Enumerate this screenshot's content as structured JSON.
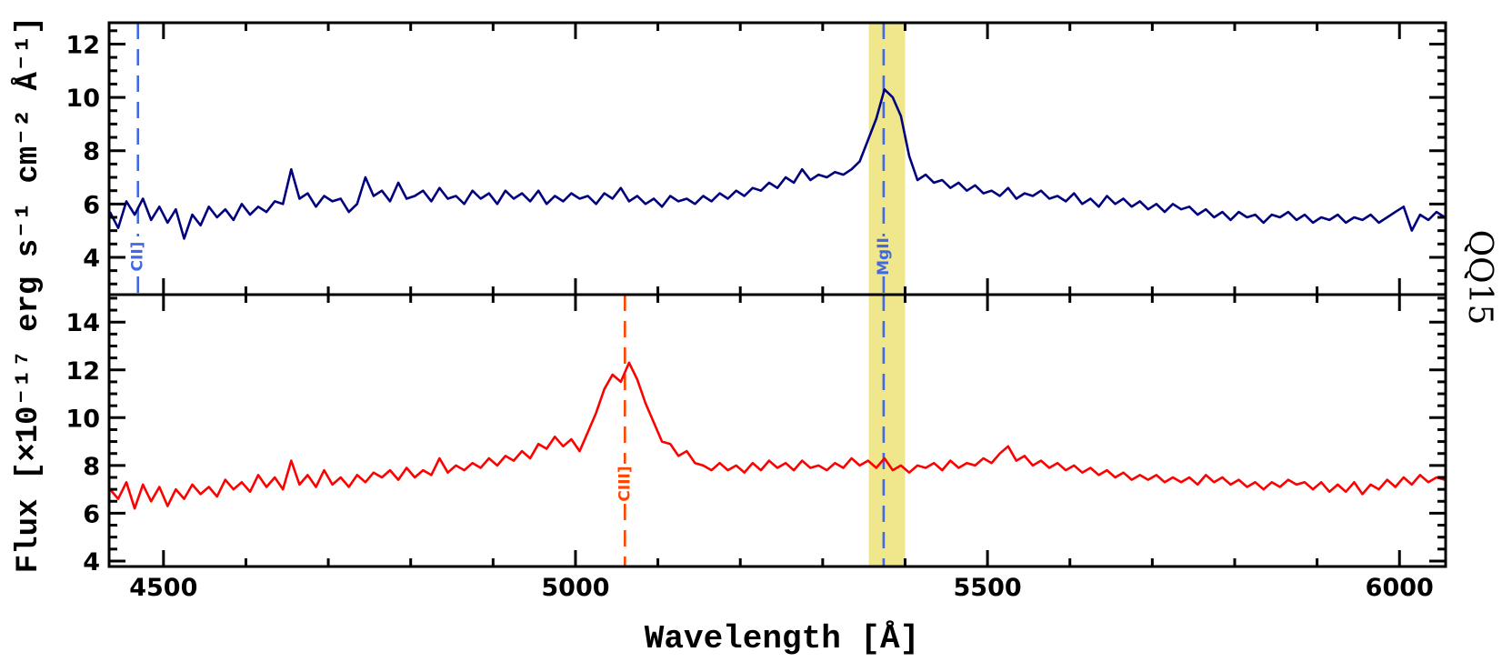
{
  "chart_data": {
    "type": "line",
    "xlabel": "Wavelength [Å]",
    "ylabel": "Flux [×10⁻¹⁷ erg s⁻¹ cm⁻² Å⁻¹]",
    "side_label": "QQ15",
    "xlim": [
      4434,
      6056
    ],
    "x_ticks": [
      4500,
      5000,
      5500,
      6000
    ],
    "x_tick_labels": [
      "4500",
      "5000",
      "5500",
      "6000"
    ],
    "grid": false,
    "highlight_band": {
      "x": [
        5356,
        5400
      ],
      "color": "#f0e68c"
    },
    "panels": [
      {
        "ylim": [
          2.6,
          12.8
        ],
        "y_ticks": [
          4,
          6,
          8,
          10,
          12
        ],
        "y_tick_labels": [
          "4",
          "6",
          "8",
          "10",
          "12"
        ],
        "color": "#00007f",
        "lines": [
          {
            "label": "CII]",
            "x": 4469,
            "color": "#4169e1"
          },
          {
            "label": "MgII",
            "x": 5374,
            "color": "#4169e1"
          }
        ],
        "wavelength": [
          4435,
          4445,
          4455,
          4465,
          4475,
          4485,
          4495,
          4505,
          4515,
          4525,
          4535,
          4545,
          4555,
          4565,
          4575,
          4585,
          4595,
          4605,
          4615,
          4625,
          4635,
          4645,
          4655,
          4665,
          4675,
          4685,
          4695,
          4705,
          4715,
          4725,
          4735,
          4745,
          4755,
          4765,
          4775,
          4785,
          4795,
          4805,
          4815,
          4825,
          4835,
          4845,
          4855,
          4865,
          4875,
          4885,
          4895,
          4905,
          4915,
          4925,
          4935,
          4945,
          4955,
          4965,
          4975,
          4985,
          4995,
          5005,
          5015,
          5025,
          5035,
          5045,
          5055,
          5065,
          5075,
          5085,
          5095,
          5105,
          5115,
          5125,
          5135,
          5145,
          5155,
          5165,
          5175,
          5185,
          5195,
          5205,
          5215,
          5225,
          5235,
          5245,
          5255,
          5265,
          5275,
          5285,
          5295,
          5305,
          5315,
          5325,
          5335,
          5345,
          5355,
          5365,
          5375,
          5385,
          5395,
          5405,
          5415,
          5425,
          5435,
          5445,
          5455,
          5465,
          5475,
          5485,
          5495,
          5505,
          5515,
          5525,
          5535,
          5545,
          5555,
          5565,
          5575,
          5585,
          5595,
          5605,
          5615,
          5625,
          5635,
          5645,
          5655,
          5665,
          5675,
          5685,
          5695,
          5705,
          5715,
          5725,
          5735,
          5745,
          5755,
          5765,
          5775,
          5785,
          5795,
          5805,
          5815,
          5825,
          5835,
          5845,
          5855,
          5865,
          5875,
          5885,
          5895,
          5905,
          5915,
          5925,
          5935,
          5945,
          5955,
          5965,
          5975,
          5985,
          5995,
          6005,
          6015,
          6025,
          6035,
          6045,
          6055
        ],
        "flux": [
          5.7,
          5.1,
          6.1,
          5.6,
          6.2,
          5.4,
          5.9,
          5.3,
          5.8,
          4.7,
          5.6,
          5.2,
          5.9,
          5.5,
          5.8,
          5.4,
          6.0,
          5.6,
          5.9,
          5.7,
          6.1,
          6.0,
          7.3,
          6.2,
          6.4,
          5.9,
          6.3,
          6.1,
          6.2,
          5.7,
          6.0,
          7.0,
          6.3,
          6.5,
          6.1,
          6.8,
          6.2,
          6.3,
          6.5,
          6.1,
          6.6,
          6.2,
          6.3,
          6.0,
          6.5,
          6.2,
          6.4,
          6.0,
          6.5,
          6.2,
          6.4,
          6.1,
          6.5,
          6.0,
          6.3,
          6.1,
          6.4,
          6.2,
          6.3,
          6.0,
          6.4,
          6.2,
          6.6,
          6.1,
          6.3,
          6.0,
          6.2,
          5.9,
          6.3,
          6.1,
          6.2,
          6.0,
          6.3,
          6.1,
          6.4,
          6.2,
          6.5,
          6.3,
          6.6,
          6.5,
          6.8,
          6.6,
          7.0,
          6.8,
          7.3,
          6.9,
          7.1,
          7.0,
          7.2,
          7.1,
          7.3,
          7.6,
          8.4,
          9.2,
          10.3,
          10.0,
          9.3,
          7.8,
          6.9,
          7.1,
          6.8,
          6.9,
          6.6,
          6.8,
          6.5,
          6.7,
          6.4,
          6.5,
          6.3,
          6.6,
          6.2,
          6.4,
          6.3,
          6.5,
          6.2,
          6.3,
          6.1,
          6.4,
          6.0,
          6.2,
          5.9,
          6.3,
          6.0,
          6.2,
          5.9,
          6.1,
          5.8,
          6.0,
          5.7,
          6.0,
          5.8,
          5.9,
          5.6,
          5.8,
          5.5,
          5.7,
          5.4,
          5.7,
          5.5,
          5.6,
          5.3,
          5.6,
          5.5,
          5.7,
          5.4,
          5.6,
          5.3,
          5.5,
          5.4,
          5.6,
          5.3,
          5.5,
          5.4,
          5.6,
          5.3,
          5.5,
          5.7,
          5.9,
          5.0,
          5.6,
          5.4,
          5.7,
          5.5
        ]
      },
      {
        "ylim": [
          3.77,
          15.15
        ],
        "y_ticks": [
          4,
          6,
          8,
          10,
          12,
          14
        ],
        "y_tick_labels": [
          "4",
          "6",
          "8",
          "10",
          "12",
          "14"
        ],
        "color": "#ff0000",
        "lines": [
          {
            "label": "CIII]",
            "x": 5060,
            "color": "#ff4500"
          },
          {
            "label": "",
            "x": 5374,
            "color": "#4169e1"
          }
        ],
        "wavelength": [
          4435,
          4445,
          4455,
          4465,
          4475,
          4485,
          4495,
          4505,
          4515,
          4525,
          4535,
          4545,
          4555,
          4565,
          4575,
          4585,
          4595,
          4605,
          4615,
          4625,
          4635,
          4645,
          4655,
          4665,
          4675,
          4685,
          4695,
          4705,
          4715,
          4725,
          4735,
          4745,
          4755,
          4765,
          4775,
          4785,
          4795,
          4805,
          4815,
          4825,
          4835,
          4845,
          4855,
          4865,
          4875,
          4885,
          4895,
          4905,
          4915,
          4925,
          4935,
          4945,
          4955,
          4965,
          4975,
          4985,
          4995,
          5005,
          5015,
          5025,
          5035,
          5045,
          5055,
          5065,
          5075,
          5085,
          5095,
          5105,
          5115,
          5125,
          5135,
          5145,
          5155,
          5165,
          5175,
          5185,
          5195,
          5205,
          5215,
          5225,
          5235,
          5245,
          5255,
          5265,
          5275,
          5285,
          5295,
          5305,
          5315,
          5325,
          5335,
          5345,
          5355,
          5365,
          5375,
          5385,
          5395,
          5405,
          5415,
          5425,
          5435,
          5445,
          5455,
          5465,
          5475,
          5485,
          5495,
          5505,
          5515,
          5525,
          5535,
          5545,
          5555,
          5565,
          5575,
          5585,
          5595,
          5605,
          5615,
          5625,
          5635,
          5645,
          5655,
          5665,
          5675,
          5685,
          5695,
          5705,
          5715,
          5725,
          5735,
          5745,
          5755,
          5765,
          5775,
          5785,
          5795,
          5805,
          5815,
          5825,
          5835,
          5845,
          5855,
          5865,
          5875,
          5885,
          5895,
          5905,
          5915,
          5925,
          5935,
          5945,
          5955,
          5965,
          5975,
          5985,
          5995,
          6005,
          6015,
          6025,
          6035,
          6045,
          6055
        ],
        "flux": [
          7.0,
          6.6,
          7.3,
          6.2,
          7.2,
          6.5,
          7.1,
          6.3,
          7.0,
          6.6,
          7.2,
          6.8,
          7.1,
          6.7,
          7.4,
          7.0,
          7.3,
          6.9,
          7.6,
          7.1,
          7.5,
          7.0,
          8.2,
          7.2,
          7.6,
          7.1,
          7.8,
          7.2,
          7.5,
          7.1,
          7.6,
          7.3,
          7.7,
          7.5,
          7.8,
          7.4,
          7.9,
          7.5,
          7.8,
          7.6,
          8.3,
          7.7,
          8.0,
          7.8,
          8.1,
          7.9,
          8.3,
          8.0,
          8.4,
          8.2,
          8.6,
          8.3,
          8.9,
          8.7,
          9.2,
          8.8,
          9.1,
          8.6,
          9.4,
          10.2,
          11.2,
          11.8,
          11.5,
          12.3,
          11.6,
          10.6,
          9.8,
          9.0,
          8.9,
          8.4,
          8.6,
          8.1,
          8.0,
          7.8,
          8.1,
          7.8,
          8.0,
          7.7,
          8.1,
          7.8,
          8.2,
          7.9,
          8.1,
          7.8,
          8.2,
          7.9,
          8.0,
          7.8,
          8.1,
          7.9,
          8.3,
          8.0,
          8.2,
          7.9,
          8.3,
          7.8,
          8.0,
          7.7,
          8.0,
          7.9,
          8.1,
          7.8,
          8.2,
          7.9,
          8.1,
          8.0,
          8.3,
          8.1,
          8.5,
          8.8,
          8.2,
          8.4,
          8.0,
          8.2,
          7.9,
          8.1,
          7.8,
          8.0,
          7.7,
          7.9,
          7.6,
          7.8,
          7.5,
          7.7,
          7.4,
          7.6,
          7.4,
          7.6,
          7.3,
          7.5,
          7.3,
          7.5,
          7.2,
          7.6,
          7.3,
          7.5,
          7.2,
          7.4,
          7.1,
          7.3,
          7.0,
          7.3,
          7.1,
          7.4,
          7.2,
          7.3,
          7.0,
          7.3,
          6.9,
          7.2,
          6.9,
          7.3,
          6.8,
          7.2,
          7.0,
          7.4,
          7.1,
          7.5,
          7.2,
          7.6,
          7.3,
          7.5,
          7.4
        ]
      }
    ]
  }
}
